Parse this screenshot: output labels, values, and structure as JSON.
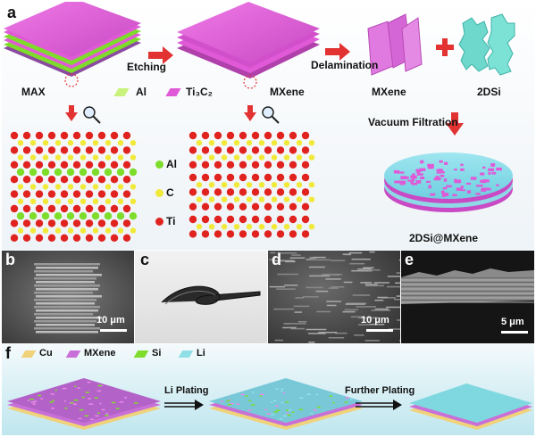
{
  "panel_a": {
    "label": "a",
    "steps": {
      "etching": "Etching",
      "delamination": "Delamination",
      "vacuum_filtration": "Vacuum Filtration"
    },
    "captions": {
      "max": "MAX",
      "mxene_mid": "MXene",
      "mxene_flake": "MXene",
      "twodsi": "2DSi",
      "composite": "2DSi@MXene"
    },
    "legend": {
      "al": "Al",
      "ti3c2": "Ti₃C₂"
    },
    "atoms": {
      "al": "Al",
      "c": "C",
      "ti": "Ti"
    },
    "plus": "+"
  },
  "panel_b": {
    "label": "b",
    "scale": "10 μm"
  },
  "panel_c": {
    "label": "c"
  },
  "panel_d": {
    "label": "d",
    "scale": "10 μm"
  },
  "panel_e": {
    "label": "e",
    "scale": "5 μm"
  },
  "panel_f": {
    "label": "f",
    "legend": [
      "Cu",
      "MXene",
      "Si",
      "Li"
    ],
    "steps": {
      "li_plating": "Li Plating",
      "further_plating": "Further Plating"
    }
  },
  "colors": {
    "ti3c2": "#e05ad8",
    "al": "#7edc2a",
    "ti": "#e0231f",
    "c": "#f1e93a",
    "cu": "#f0d27a",
    "li": "#8fe0e6",
    "arrow": "#e23232"
  }
}
